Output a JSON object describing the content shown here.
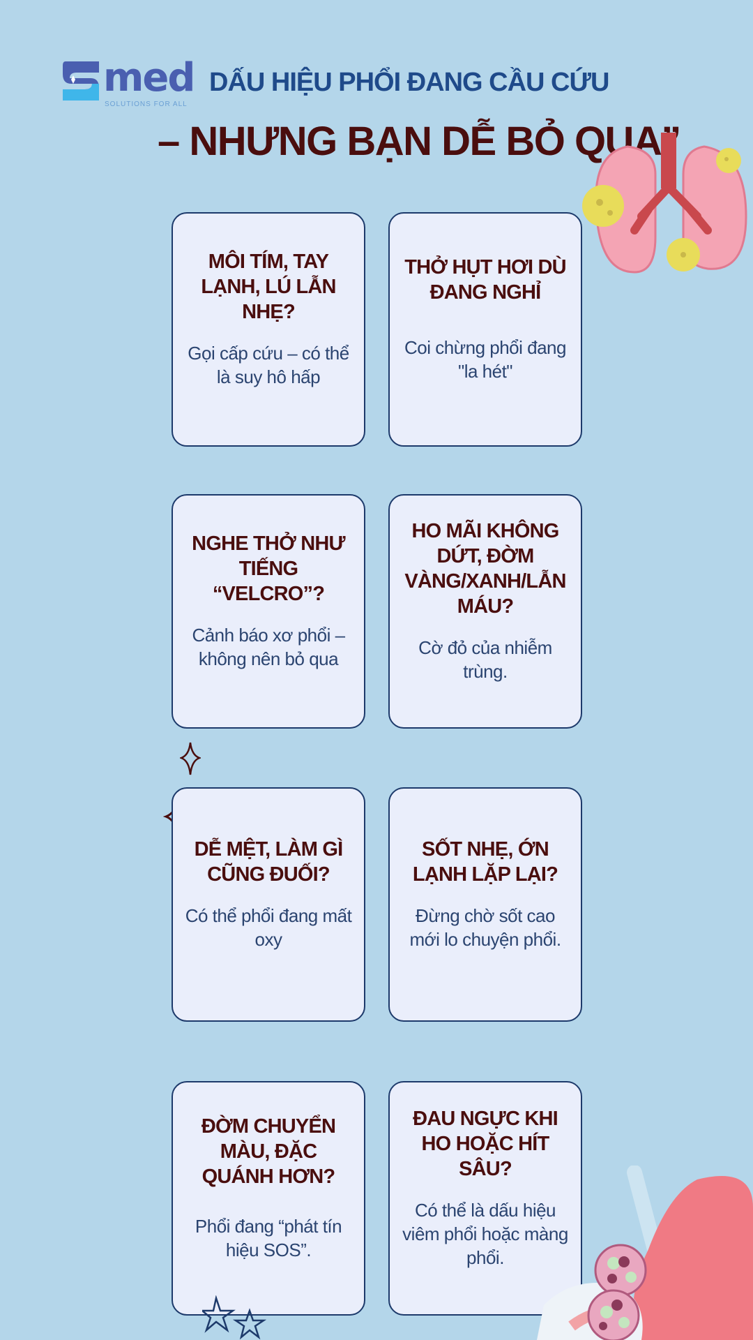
{
  "logo": {
    "name": "med",
    "tagline": "SOLUTIONS FOR ALL"
  },
  "header": {
    "title_line1": "DẤU HIỆU PHỔI ĐANG CẦU CỨU",
    "title_line2": "– NHƯNG BẠN DỄ BỎ QUA”"
  },
  "cards": [
    {
      "heading": "MÔI TÍM, TAY LẠNH, LÚ LẪN NHẸ?",
      "body": "Gọi cấp cứu – có thể là suy hô hấp"
    },
    {
      "heading": "THỞ HỤT HƠI DÙ ĐANG NGHỈ",
      "body": "Coi chừng phổi đang \"la hét\""
    },
    {
      "heading": "NGHE THỞ NHƯ TIẾNG “VELCRO”?",
      "body": "Cảnh báo xơ phổi – không nên bỏ qua"
    },
    {
      "heading": "HO MÃI KHÔNG DỨT, ĐỜM VÀNG/XANH/LẪN MÁU?",
      "body": "Cờ đỏ của nhiễm trùng."
    },
    {
      "heading": "DỄ MỆT, LÀM GÌ CŨNG ĐUỐI?",
      "body": "Có thể phổi đang mất oxy"
    },
    {
      "heading": "SỐT NHẸ, ỚN LẠNH LẶP LẠI?",
      "body": "Đừng chờ sốt cao mới lo chuyện phổi."
    },
    {
      "heading": "ĐỜM CHUYỂN MÀU, ĐẶC QUÁNH HƠN?",
      "body": "Phổi đang “phát tín hiệu SOS”."
    },
    {
      "heading": "ĐAU NGỰC KHI HO HOẶC HÍT SÂU?",
      "body": "Có thể là dấu hiệu viêm phổi hoặc màng phổi."
    }
  ],
  "colors": {
    "background": "#b4d6ea",
    "card": "#eaeefb",
    "border": "#1d3a6b",
    "heading": "#4a0e0e",
    "title": "#1f4a8a"
  }
}
